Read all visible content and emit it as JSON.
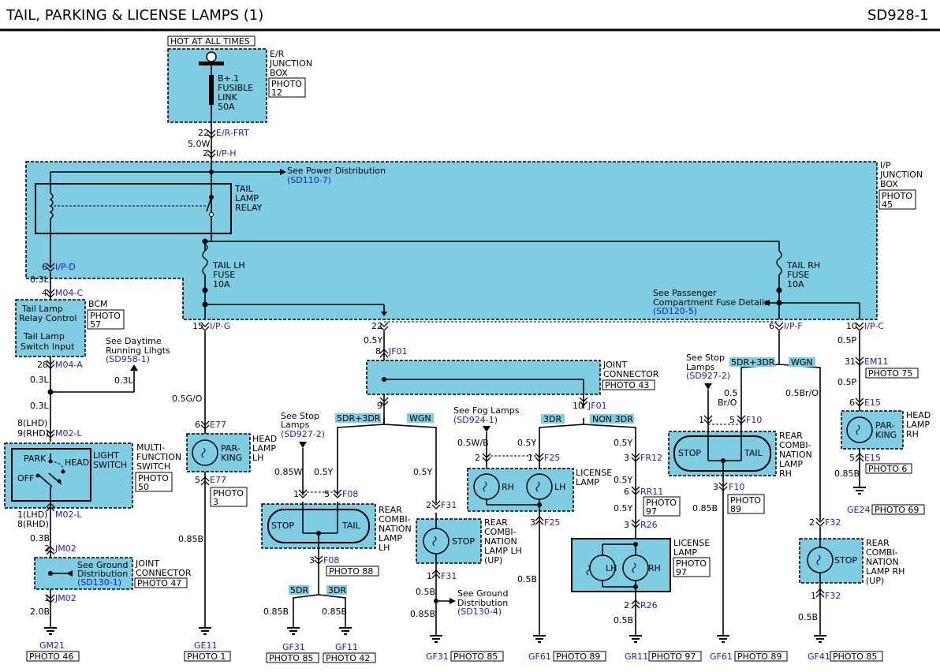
{
  "header": {
    "title": "TAIL, PARKING & LICENSE LAMPS (1)",
    "page_id": "SD928-1"
  },
  "top": {
    "hot_label": "HOT AT ALL TIMES",
    "er_box": "E/R JUNCTION BOX",
    "er_box_l1": "E/R",
    "er_box_l2": "JUNCTION",
    "er_box_l3": "BOX",
    "er_photo": "PHOTO 12",
    "fuse_l1": "B+.1",
    "fuse_l2": "FUSIBLE",
    "fuse_l3": "LINK",
    "fuse_l4": "50A",
    "pin_er": "22",
    "conn_er": "E/R-FRT",
    "wire_er": "5.0W",
    "pin_ip": "2",
    "conn_ip": "I/P-H"
  },
  "ip_box": {
    "l1": "I/P",
    "l2": "JUNCTION",
    "l3": "BOX",
    "photo": "PHOTO 45",
    "see_power": "See Power Distribution",
    "see_power_ref": "(SD110-7)",
    "relay_l1": "TAIL",
    "relay_l2": "LAMP",
    "relay_l3": "RELAY",
    "fuse_lh_l1": "TAIL LH",
    "fuse_lh_l2": "FUSE",
    "fuse_lh_l3": "10A",
    "fuse_rh_l1": "TAIL RH",
    "fuse_rh_l2": "FUSE",
    "fuse_rh_l3": "10A",
    "see_pass_l1": "See Passenger",
    "see_pass_l2": "Compartment Fuse Details",
    "see_pass_ref": "(SD120-5)"
  },
  "left": {
    "pin_ipd": "6",
    "conn_ipd": "I/P-D",
    "wire_1": "0.3L",
    "pin_m04c": "4",
    "conn_m04c": "M04-C",
    "bcm_l1": "Tail Lamp",
    "bcm_l2": "Relay Control",
    "bcm_l3": "Tail Lamp",
    "bcm_l4": "Switch Input",
    "bcm_label": "BCM",
    "bcm_photo": "PHOTO 57",
    "pin_m04a": "28",
    "conn_m04a": "M04-A",
    "wire_2": "0.3L",
    "see_drl_l1": "See Daytime",
    "see_drl_l2": "Running Lihgts",
    "see_drl_ref": "(SD958-1)",
    "wire_drl": "0.3L",
    "wire_3": "0.3L",
    "pin_m02_top_l1": "8(LHD)",
    "pin_m02_top_l2": "9(RHD)",
    "conn_m02_top": "M02-L",
    "sw_park": "PARK",
    "sw_head": "HEAD",
    "sw_off": "OFF",
    "sw_light_l1": "LIGHT",
    "sw_light_l2": "SWITCH",
    "mfs_l1": "MULTI-",
    "mfs_l2": "FUNCTION",
    "mfs_l3": "SWITCH",
    "mfs_photo": "PHOTO 50",
    "pin_m02_bot_l1": "1(LHD)",
    "pin_m02_bot_l2": "8(RHD)",
    "conn_m02_bot": "M02-L",
    "wire_4": "0.3B",
    "pin_jm02_top": "2",
    "conn_jm02_top": "JM02",
    "see_gnd_l1": "See Ground",
    "see_gnd_l2": "Distribution",
    "see_gnd_ref": "(SD130-1)",
    "jc_l1": "JOINT",
    "jc_l2": "CONNECTOR",
    "jc_photo": "PHOTO 47",
    "pin_jm02_bot": "1",
    "conn_jm02_bot": "JM02",
    "wire_5": "2.0B",
    "gnd": "GM21",
    "gnd_photo": "PHOTO 46"
  },
  "lh_col": {
    "pin_ipg": "15",
    "conn_ipg": "I/P-G",
    "wire_1": "0.5G/O",
    "pin_e77_top": "6",
    "conn_e77_top": "E77",
    "lamp_l1": "PAR-",
    "lamp_l2": "KING",
    "head_l1": "HEAD",
    "head_l2": "LAMP",
    "head_l3": "LH",
    "pin_e77_bot": "5",
    "conn_e77_bot": "E77",
    "photo": "PHOTO 3",
    "wire_2": "0.85B",
    "gnd": "GE11",
    "gnd_photo": "PHOTO 1"
  },
  "mid": {
    "pin_22": "22",
    "wire_05y": "0.5Y",
    "pin_jf01_top": "8",
    "conn_jf01_top": "JF01",
    "jc_l1": "JOINT",
    "jc_l2": "CONNECTOR",
    "jc_photo": "PHOTO 43",
    "pin_9": "9",
    "pin_10": "10",
    "conn_jf01_r": "JF01",
    "tag_5dr3dr": "5DR+3DR",
    "tag_wgn": "WGN",
    "see_stop_l1": "See Stop",
    "see_stop_l2": "Lamps",
    "see_stop_ref": "(SD927-2)",
    "wire_085w": "0.85W",
    "wire_05y_b": "0.5Y",
    "pin_f08_1": "1",
    "pin_f08_5": "5",
    "conn_f08": "F08",
    "rcl_stop": "STOP",
    "rcl_tail": "TAIL",
    "rcl_l1": "REAR",
    "rcl_l2": "COMBI-",
    "rcl_l3": "NATION",
    "rcl_l4": "LAMP",
    "rcl_l5": "LH",
    "pin_f08_3": "3",
    "conn_f08_b": "F08",
    "photo_f08": "PHOTO 88",
    "tag_5dr": "5DR",
    "tag_3dr": "3DR",
    "wire_085b_a": "0.85B",
    "wire_085b_b": "0.85B",
    "gnd_gf31": "GF31",
    "photo_gf31": "PHOTO 85",
    "gnd_gf11": "GF11",
    "photo_gf11": "PHOTO 42",
    "wire_05y_w": "0.5Y",
    "pin_f31_2": "2",
    "conn_f31_top": "F31",
    "stop": "STOP",
    "rcl_up_l1": "REAR",
    "rcl_up_l2": "COMBI-",
    "rcl_up_l3": "NATION",
    "rcl_up_l4": "LAMP LH",
    "rcl_up_l5": "(UP)",
    "pin_f31_1": "1",
    "conn_f31_bot": "F31",
    "wire_05b": "0.5B",
    "see_gnd4_l1": "See Ground",
    "see_gnd4_l2": "Distribution",
    "see_gnd4_ref": "(SD130-4)",
    "wire_085b_c": "0.85B",
    "gnd_gf31b": "GF31",
    "photo_gf31b": "PHOTO 85"
  },
  "license": {
    "see_fog": "See Fog Lamps",
    "see_fog_ref": "(SD924-1)",
    "tag_3dr": "3DR",
    "tag_non3dr": "NON 3DR",
    "wire_05wb": "0.5W/B",
    "wire_05y": "0.5Y",
    "wire_05y_b": "0.5Y",
    "pin_f25_2": "2",
    "pin_f25_1": "1",
    "conn_f25": "F25",
    "rh": "RH",
    "lh": "LH",
    "lic_l1": "LICENSE",
    "lic_l2": "LAMP",
    "pin_f25_3": "3",
    "conn_f25_b": "F25",
    "wire_05b": "0.5B",
    "gnd_gf61": "GF61",
    "photo_gf61": "PHOTO 89",
    "pin_fr12": "3",
    "conn_fr12": "FR12",
    "wire_05y_c": "0.5Y",
    "pin_rr11": "6",
    "conn_rr11": "RR11",
    "photo_rr11": "PHOTO 97",
    "wire_05y_d": "0.5Y",
    "pin_r26": "3",
    "conn_r26": "R26",
    "lic2_l1": "LICENSE",
    "lic2_l2": "LAMP",
    "lic2_photo": "PHOTO 97",
    "lh2": "LH",
    "rh2": "RH",
    "pin_r26_b": "2",
    "conn_r26_b": "R26",
    "wire_05b_b": "0.5B",
    "gnd_gr11": "GR11",
    "photo_gr11": "PHOTO 97"
  },
  "right": {
    "pin_ipf": "6",
    "conn_ipf": "I/P-F",
    "see_stop_l1": "See Stop",
    "see_stop_l2": "Lamps",
    "see_stop_ref": "(SD927-2)",
    "tag_5dr3dr": "5DR+3DR",
    "tag_wgn": "WGN",
    "wire_05bro": "0.5",
    "wire_05bro_b": "Br/O",
    "wire_05bro_c": "0.5Br/O",
    "pin_f10_1": "1",
    "pin_f10_5": "5",
    "conn_f10": "F10",
    "stop": "STOP",
    "tail": "TAIL",
    "rcl_l1": "REAR",
    "rcl_l2": "COMBI-",
    "rcl_l3": "NATION",
    "rcl_l4": "LAMP",
    "rcl_l5": "RH",
    "pin_f10_3": "3",
    "conn_f10_b": "F10",
    "photo_f10": "PHOTO 89",
    "wire_085b": "0.85B",
    "gnd_gf61": "GF61",
    "photo_gf61": "PHOTO 89",
    "pin_f32_2": "2",
    "conn_f32_top": "F32",
    "stop_up": "STOP",
    "rcl_up_l1": "REAR",
    "rcl_up_l2": "COMBI-",
    "rcl_up_l3": "NATION",
    "rcl_up_l4": "LAMP RH",
    "rcl_up_l5": "(UP)",
    "pin_f32_1": "1",
    "conn_f32_bot": "F32",
    "wire_05b": "0.5B",
    "gnd_gf41": "GF41",
    "photo_gf41": "PHOTO 85",
    "pin_ipc": "10",
    "conn_ipc": "I/P-C",
    "wire_05p": "0.5P",
    "pin_em11": "31",
    "conn_em11": "EM11",
    "photo_em11": "PHOTO 75",
    "wire_05p_b": "0.5P",
    "pin_e15_top": "6",
    "conn_e15_top": "E15",
    "lamp_l1": "PAR-",
    "lamp_l2": "KING",
    "head_l1": "HEAD",
    "head_l2": "LAMP",
    "head_l3": "RH",
    "pin_e15_bot": "5",
    "conn_e15_bot": "E15",
    "photo_e15": "PHOTO 6",
    "wire_085b_b": "0.85B",
    "gnd_ge24": "GE24",
    "photo_ge24": "PHOTO 69"
  }
}
